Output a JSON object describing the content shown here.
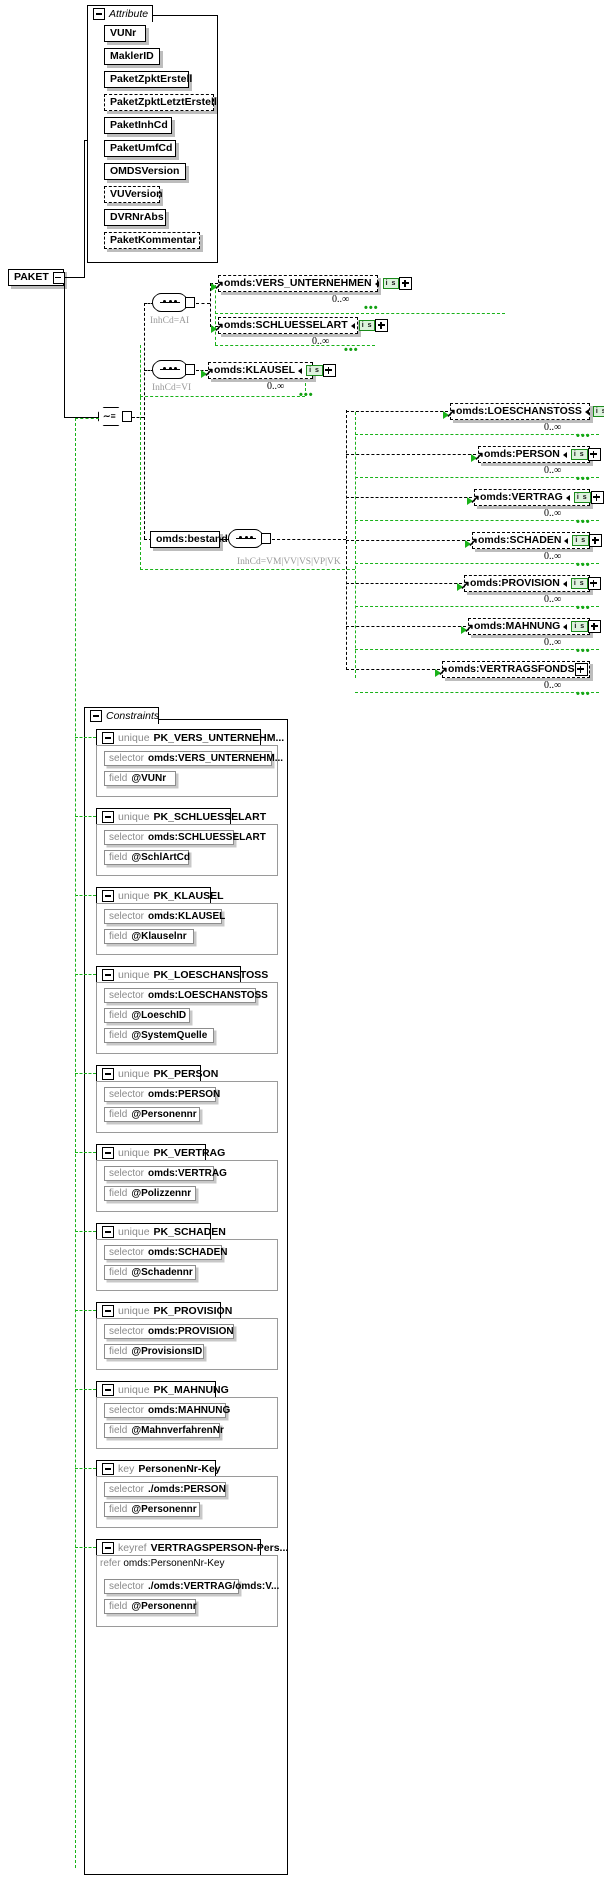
{
  "diagram": {
    "type": "xsd-schema-diagram",
    "root_element": "PAKET",
    "accent_green": "#19b219",
    "shadow_gray": "#bdbdbd"
  },
  "root": {
    "label": "PAKET"
  },
  "attribute_group": {
    "title": "Attribute",
    "items": [
      {
        "label": "VUNr",
        "optional": false
      },
      {
        "label": "MaklerID",
        "optional": false
      },
      {
        "label": "PaketZpktErstell",
        "optional": false
      },
      {
        "label": "PaketZpktLetztErstell",
        "optional": true
      },
      {
        "label": "PaketInhCd",
        "optional": false
      },
      {
        "label": "PaketUmfCd",
        "optional": false
      },
      {
        "label": "OMDSVersion",
        "optional": false
      },
      {
        "label": "VUVersion",
        "optional": true
      },
      {
        "label": "DVRNrAbs",
        "optional": false
      },
      {
        "label": "PaketKommentar",
        "optional": true
      }
    ]
  },
  "compositors": {
    "choice_symbol": "switch",
    "seq_ai_label": "InhCd=AI",
    "seq_vi_label": "InhCd=VI",
    "seq_bestand_label": "InhCd=VM|VV|VS|VP|VK"
  },
  "elements": {
    "group_ai": [
      {
        "label": "omds:VERS_UNTERNEHMEN",
        "badge": "i s",
        "occurrence": "0..∞",
        "optional": true,
        "expandable": true
      },
      {
        "label": "omds:SCHLUESSELART",
        "badge": "i s",
        "occurrence": "0..∞",
        "optional": true,
        "expandable": true
      }
    ],
    "group_vi": [
      {
        "label": "omds:KLAUSEL",
        "badge": "i s",
        "occurrence": "0..∞",
        "optional": true,
        "expandable": true
      }
    ],
    "bestand_label": "omds:bestand",
    "group_bestand": [
      {
        "label": "omds:LOESCHANSTOSS",
        "badge": "i s",
        "occurrence": "0..∞",
        "optional": true,
        "expandable": true
      },
      {
        "label": "omds:PERSON",
        "badge": "i s",
        "occurrence": "0..∞",
        "optional": true,
        "expandable": true
      },
      {
        "label": "omds:VERTRAG",
        "badge": "i s",
        "occurrence": "0..∞",
        "optional": true,
        "expandable": true
      },
      {
        "label": "omds:SCHADEN",
        "badge": "i s",
        "occurrence": "0..∞",
        "optional": true,
        "expandable": true
      },
      {
        "label": "omds:PROVISION",
        "badge": "i s",
        "occurrence": "0..∞",
        "optional": true,
        "expandable": true
      },
      {
        "label": "omds:MAHNUNG",
        "badge": "i s",
        "occurrence": "0..∞",
        "optional": true,
        "expandable": true
      },
      {
        "label": "omds:VERTRAGSFONDS",
        "badge": "",
        "occurrence": "0..∞",
        "optional": true,
        "expandable": true
      }
    ]
  },
  "constraints": {
    "title": "Constraints",
    "items": [
      {
        "kind": "unique",
        "name": "PK_VERS_UNTERNEHM...",
        "rows": [
          {
            "k": "selector",
            "v": "omds:VERS_UNTERNEHM..."
          },
          {
            "k": "field",
            "v": "@VUNr"
          }
        ]
      },
      {
        "kind": "unique",
        "name": "PK_SCHLUESSELART",
        "rows": [
          {
            "k": "selector",
            "v": "omds:SCHLUESSELART"
          },
          {
            "k": "field",
            "v": "@SchlArtCd"
          }
        ]
      },
      {
        "kind": "unique",
        "name": "PK_KLAUSEL",
        "rows": [
          {
            "k": "selector",
            "v": "omds:KLAUSEL"
          },
          {
            "k": "field",
            "v": "@Klauselnr"
          }
        ]
      },
      {
        "kind": "unique",
        "name": "PK_LOESCHANSTOSS",
        "rows": [
          {
            "k": "selector",
            "v": "omds:LOESCHANSTOSS"
          },
          {
            "k": "field",
            "v": "@LoeschID"
          },
          {
            "k": "field",
            "v": "@SystemQuelle"
          }
        ]
      },
      {
        "kind": "unique",
        "name": "PK_PERSON",
        "rows": [
          {
            "k": "selector",
            "v": "omds:PERSON"
          },
          {
            "k": "field",
            "v": "@Personennr"
          }
        ]
      },
      {
        "kind": "unique",
        "name": "PK_VERTRAG",
        "rows": [
          {
            "k": "selector",
            "v": "omds:VERTRAG"
          },
          {
            "k": "field",
            "v": "@Polizzennr"
          }
        ]
      },
      {
        "kind": "unique",
        "name": "PK_SCHADEN",
        "rows": [
          {
            "k": "selector",
            "v": "omds:SCHADEN"
          },
          {
            "k": "field",
            "v": "@Schadennr"
          }
        ]
      },
      {
        "kind": "unique",
        "name": "PK_PROVISION",
        "rows": [
          {
            "k": "selector",
            "v": "omds:PROVISION"
          },
          {
            "k": "field",
            "v": "@ProvisionsID"
          }
        ]
      },
      {
        "kind": "unique",
        "name": "PK_MAHNUNG",
        "rows": [
          {
            "k": "selector",
            "v": "omds:MAHNUNG"
          },
          {
            "k": "field",
            "v": "@MahnverfahrenNr"
          }
        ]
      },
      {
        "kind": "key",
        "name": "PersonenNr-Key",
        "rows": [
          {
            "k": "selector",
            "v": "./omds:PERSON"
          },
          {
            "k": "field",
            "v": "@Personennr"
          }
        ]
      },
      {
        "kind": "keyref",
        "name": "VERTRAGSPERSON-Pers...",
        "refer": {
          "k": "refer",
          "v": "omds:PersonenNr-Key"
        },
        "rows": [
          {
            "k": "selector",
            "v": "./omds:VERTRAG/omds:V..."
          },
          {
            "k": "field",
            "v": "@Personennr"
          }
        ]
      }
    ]
  }
}
